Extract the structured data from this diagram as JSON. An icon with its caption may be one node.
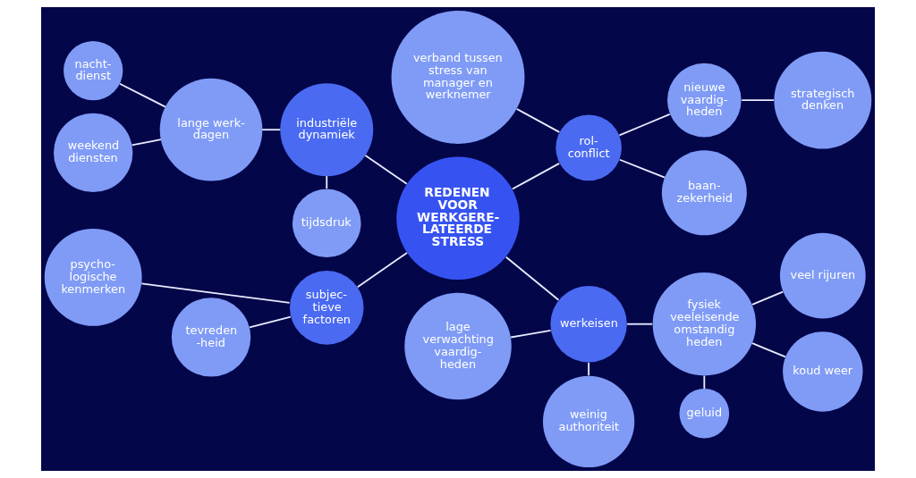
{
  "diagram": {
    "nodes": [
      {
        "text": [
          "REDENEN VOOR WERKGERE- LATEERDE STRESS"
        ]
      },
      {
        "text": [
          "industriële dynamiek"
        ]
      },
      {
        "text": [
          "tijdsdruk"
        ]
      },
      {
        "text": [
          "lange werk- dagen"
        ]
      },
      {
        "text": [
          "nacht- dienst"
        ]
      },
      {
        "text": [
          "weekend diensten"
        ]
      },
      {
        "text": [
          "rol- conflict"
        ]
      },
      {
        "text": [
          "verband tussen stress van manager en werknemer"
        ]
      },
      {
        "text": [
          "nieuwe vaardig- heden"
        ]
      },
      {
        "text": [
          "strategisch denken"
        ]
      },
      {
        "text": [
          "baan- zekerheid"
        ]
      },
      {
        "text": [
          "subjec- tieve factoren"
        ]
      },
      {
        "text": [
          "psycho- logische kenmerken"
        ]
      },
      {
        "text": [
          "tevreden -heid"
        ]
      },
      {
        "text": [
          "werkeisen"
        ]
      },
      {
        "text": [
          "weinig authoriteit"
        ]
      },
      {
        "text": [
          "lage verwachting vaardig- heden"
        ]
      },
      {
        "text": [
          "fysiek veeleisende omstandig heden"
        ]
      },
      {
        "text": [
          "geluid"
        ]
      },
      {
        "text": [
          "veel rijuren"
        ]
      },
      {
        "text": [
          "koud weer"
        ]
      }
    ],
    "edges": [
      {
        "from": 0,
        "to": 1,
        "arrow": "none"
      },
      {
        "from": 1,
        "to": 2,
        "arrow": "none"
      },
      {
        "from": 1,
        "to": 3,
        "arrow": "none"
      },
      {
        "from": 3,
        "to": 4,
        "arrow": "none"
      },
      {
        "from": 3,
        "to": 5,
        "arrow": "none"
      },
      {
        "from": 0,
        "to": 6,
        "arrow": "none"
      },
      {
        "from": 6,
        "to": 7,
        "arrow": "none"
      },
      {
        "from": 6,
        "to": 8,
        "arrow": "none"
      },
      {
        "from": 8,
        "to": 9,
        "arrow": "none"
      },
      {
        "from": 6,
        "to": 10,
        "arrow": "none"
      },
      {
        "from": 0,
        "to": 11,
        "arrow": "none"
      },
      {
        "from": 11,
        "to": 12,
        "arrow": "none"
      },
      {
        "from": 11,
        "to": 13,
        "arrow": "none"
      },
      {
        "from": 0,
        "to": 14,
        "arrow": "none"
      },
      {
        "from": 14,
        "to": 15,
        "arrow": "none"
      },
      {
        "from": 14,
        "to": 16,
        "arrow": "none"
      },
      {
        "from": 14,
        "to": 17,
        "arrow": "none"
      },
      {
        "from": 17,
        "to": 18,
        "arrow": "none"
      },
      {
        "from": 17,
        "to": 19,
        "arrow": "none"
      },
      {
        "from": 17,
        "to": 20,
        "arrow": "none"
      }
    ]
  }
}
